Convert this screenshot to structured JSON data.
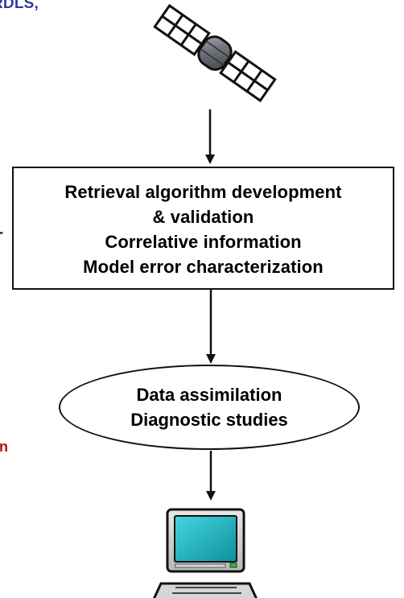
{
  "clipped_text": {
    "top_left": "RDLS,",
    "left_mid": "-",
    "bottom_left": "on"
  },
  "retrieval_box": {
    "lines": [
      "Retrieval algorithm development",
      "& validation",
      "Correlative information",
      "Model error characterization"
    ]
  },
  "assimilation_ellipse": {
    "lines": [
      "Data assimilation",
      "Diagnostic studies"
    ]
  },
  "icons": {
    "top": "satellite-icon",
    "bottom": "computer-icon"
  },
  "colors": {
    "top_left_text": "#2f3aa3",
    "bottom_left_text": "#b20f12",
    "computer_screen": "#13a7b5",
    "satellite_body": "#6f7178",
    "computer_body": "#c9c9c9"
  }
}
